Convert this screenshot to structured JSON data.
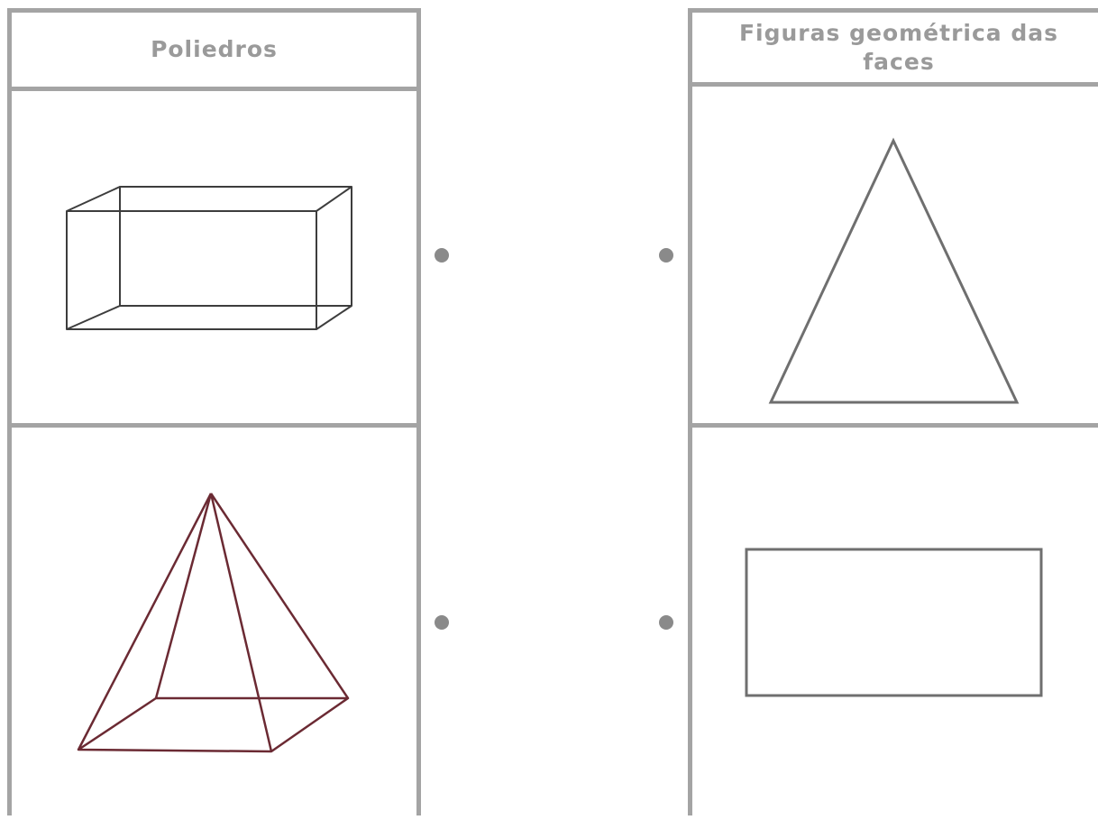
{
  "columns": {
    "left_header": "Poliedros",
    "right_header": "Figuras geométrica das faces"
  },
  "left_items": [
    {
      "name": "rectangular-prism",
      "stroke": "#3d3d3d"
    },
    {
      "name": "square-pyramid",
      "stroke": "#6b2a33"
    }
  ],
  "right_items": [
    {
      "name": "triangle",
      "stroke": "#6f6f6f"
    },
    {
      "name": "rectangle",
      "stroke": "#6f6f6f"
    }
  ],
  "colors": {
    "border": "#a4a4a4",
    "header_text": "#9a9a9a",
    "dot": "#8a8a8a"
  }
}
